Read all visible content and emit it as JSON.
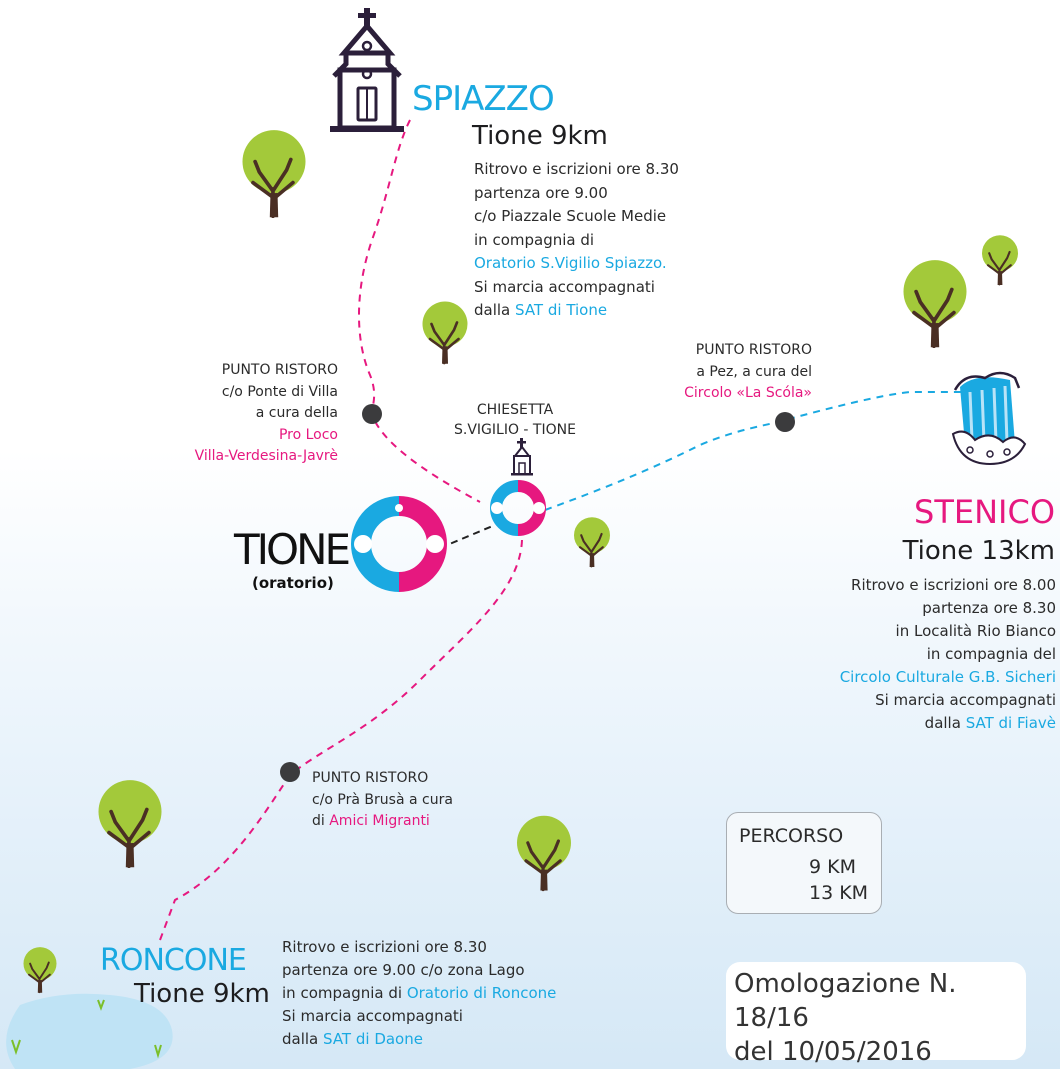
{
  "spiazzo": {
    "name": "SPIAZZO",
    "distance": "Tione 9km",
    "lines": [
      "Ritrovo e iscrizioni ore 8.30",
      "partenza ore 9.00",
      "c/o Piazzale Scuole Medie",
      "in compagnia di"
    ],
    "org": "Oratorio S.Vigilio Spiazzo.",
    "line_march": "Si marcia accompagnati",
    "line_sat_prefix": "dalla",
    "sat": "SAT di Tione"
  },
  "stenico": {
    "name": "STENICO",
    "distance": "Tione 13km",
    "lines": [
      "Ritrovo e iscrizioni ore 8.00",
      "partenza ore 8.30",
      "in Località Rio Bianco",
      "in compagnia del"
    ],
    "org": "Circolo Culturale G.B. Sicheri",
    "line_march": "Si marcia accompagnati",
    "line_sat_prefix": "dalla",
    "sat": "SAT di Fiavè"
  },
  "roncone": {
    "name": "RONCONE",
    "distance": "Tione 9km",
    "line1": "Ritrovo e iscrizioni ore 8.30",
    "line2": "partenza ore 9.00 c/o zona Lago",
    "line3_prefix": "in compagnia di",
    "org": "Oratorio di Roncone",
    "line_march": "Si marcia accompagnati",
    "line_sat_prefix": "dalla",
    "sat": "SAT di Daone"
  },
  "tione": {
    "name": "TIONE",
    "sub": "(oratorio)"
  },
  "chiesetta": {
    "line1": "CHIESETTA",
    "line2": "S.VIGILIO - TIONE"
  },
  "ristoro_villa": {
    "title": "PUNTO RISTORO",
    "line1": "c/o Ponte di Villa",
    "line2": "a cura della",
    "org1": "Pro Loco",
    "org2": "Villa-Verdesina-Javrè"
  },
  "ristoro_pez": {
    "title": "PUNTO RISTORO",
    "line1": "a Pez, a cura del",
    "org": "Circolo «La Scóla»"
  },
  "ristoro_pra": {
    "title": "PUNTO RISTORO",
    "line1": "c/o Prà Brusà a cura",
    "line2_prefix": "di",
    "org": "Amici Migranti"
  },
  "legend": {
    "title": "PERCORSO",
    "items": [
      {
        "label": "9 KM",
        "color": "#e6187f"
      },
      {
        "label": "13 KM",
        "color": "#1aa9e1"
      }
    ]
  },
  "omologazione": {
    "line1": "Omologazione N. 18/16",
    "line2": "del 10/05/2016"
  },
  "colors": {
    "pink": "#e6187f",
    "cyan": "#1aa9e1",
    "tree_green": "#a3c93a",
    "trunk": "#4a2f24",
    "lake": "#bfe3f5"
  },
  "icons": [
    "church-icon",
    "small-church-icon",
    "tree-icon",
    "waterfall-icon",
    "lake-icon",
    "ring-marker-icon"
  ]
}
